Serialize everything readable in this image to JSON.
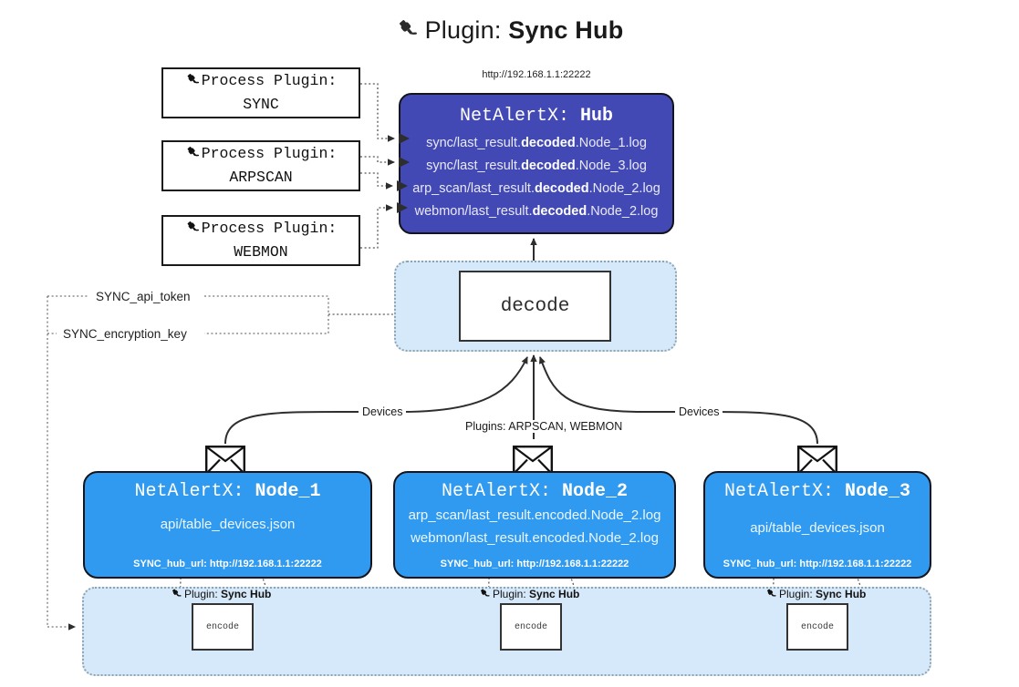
{
  "header": {
    "plug_icon": "plug-icon",
    "prefix": "Plugin: ",
    "title": "Sync Hub",
    "hub_url": "http://192.168.1.1:22222"
  },
  "process_plugins": [
    {
      "line1": "Process Plugin:",
      "line2": "SYNC",
      "icon": "plug-icon"
    },
    {
      "line1": "Process Plugin:",
      "line2": "ARPSCAN",
      "icon": "plug-icon"
    },
    {
      "line1": "Process Plugin:",
      "line2": "WEBMON",
      "icon": "plug-icon"
    }
  ],
  "hub": {
    "title_prefix": "NetAlertX: ",
    "title_name": "Hub",
    "logs": [
      {
        "pre": "sync/last_result.",
        "mid": "decoded",
        "post": ".Node_1.log"
      },
      {
        "pre": "sync/last_result.",
        "mid": "decoded",
        "post": ".Node_3.log"
      },
      {
        "pre": "arp_scan/last_result.",
        "mid": "decoded",
        "post": ".Node_2.log"
      },
      {
        "pre": "webmon/last_result.",
        "mid": "decoded",
        "post": ".Node_2.log"
      }
    ]
  },
  "decode": {
    "label": "decode"
  },
  "settings": {
    "api_token": "SYNC_api_token",
    "encryption_key": "SYNC_encryption_key"
  },
  "edges": {
    "devices_left": "Devices",
    "devices_right": "Devices",
    "plugins_middle": "Plugins: ARPSCAN, WEBMON"
  },
  "nodes": [
    {
      "title_prefix": "NetAlertX: ",
      "title_name": "Node_1",
      "lines": [
        "api/table_devices.json"
      ],
      "hub_url_label": "SYNC_hub_url: http://192.168.1.1:22222",
      "envelope_icon": "envelope-icon"
    },
    {
      "title_prefix": "NetAlertX: ",
      "title_name": "Node_2",
      "lines": [
        "arp_scan/last_result.encoded.Node_2.log",
        "webmon/last_result.encoded.Node_2.log"
      ],
      "hub_url_label": "SYNC_hub_url: http://192.168.1.1:22222",
      "envelope_icon": "envelope-icon"
    },
    {
      "title_prefix": "NetAlertX: ",
      "title_name": "Node_3",
      "lines": [
        "api/table_devices.json"
      ],
      "hub_url_label": "SYNC_hub_url: http://192.168.1.1:22222",
      "envelope_icon": "envelope-icon"
    }
  ],
  "encoders": [
    {
      "plugin_prefix": "Plugin: ",
      "plugin_name": "Sync Hub",
      "box_label": "encode",
      "icon": "plug-icon"
    },
    {
      "plugin_prefix": "Plugin: ",
      "plugin_name": "Sync Hub",
      "box_label": "encode",
      "icon": "plug-icon"
    },
    {
      "plugin_prefix": "Plugin: ",
      "plugin_name": "Sync Hub",
      "box_label": "encode",
      "icon": "plug-icon"
    }
  ],
  "colors": {
    "hub_fill": "#4249b5",
    "node_fill": "#2f9aef",
    "container_fill": "#d6e9fb",
    "container_border": "#8fa3ae",
    "stroke": "#14141c"
  }
}
